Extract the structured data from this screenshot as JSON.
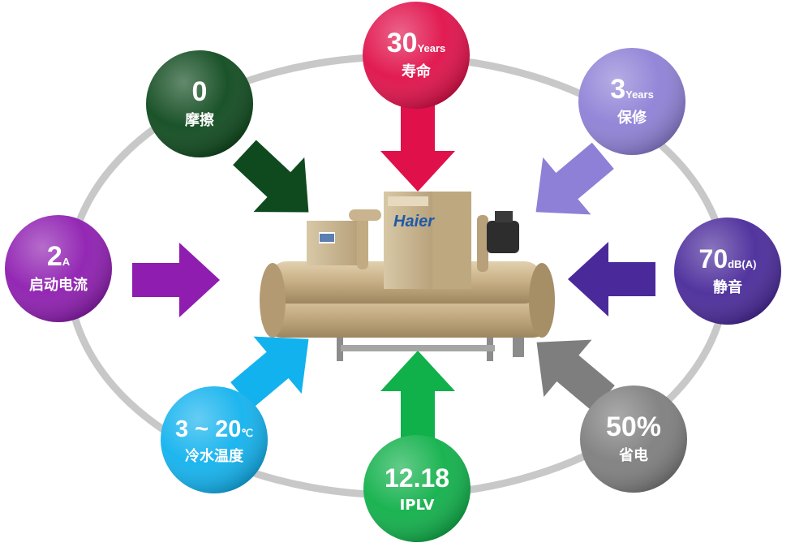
{
  "brand": {
    "logo_text": "Haier",
    "logo_color": "#1f5aa8"
  },
  "center_image": {
    "icon": "chiller-unit-icon",
    "body_color": "#c9b48f"
  },
  "features": [
    {
      "id": "friction",
      "value": "0",
      "unit": "",
      "label": "摩擦",
      "color": "#0f4a1e"
    },
    {
      "id": "lifespan",
      "value": "30",
      "unit": "Years",
      "label": "寿命",
      "color": "#e0104a"
    },
    {
      "id": "warranty",
      "value": "3",
      "unit": "Years",
      "label": "保修",
      "color": "#8e80d6"
    },
    {
      "id": "noise",
      "value": "70",
      "unit": "dB(A)",
      "label": "静音",
      "color": "#4a2a9a"
    },
    {
      "id": "saving",
      "value": "50%",
      "unit": "",
      "label": "省电",
      "color": "#7e7e7e"
    },
    {
      "id": "iplv",
      "value": "12.18",
      "unit": "",
      "label": "IPLV",
      "color": "#10b04a"
    },
    {
      "id": "water",
      "value": "3 ~ 20",
      "unit": "℃",
      "label": "冷水温度",
      "color": "#12b2ee"
    },
    {
      "id": "current",
      "value": "2",
      "unit": "A",
      "label": "启动电流",
      "color": "#8e1db0"
    }
  ],
  "ring_color": "#c8c8c8"
}
